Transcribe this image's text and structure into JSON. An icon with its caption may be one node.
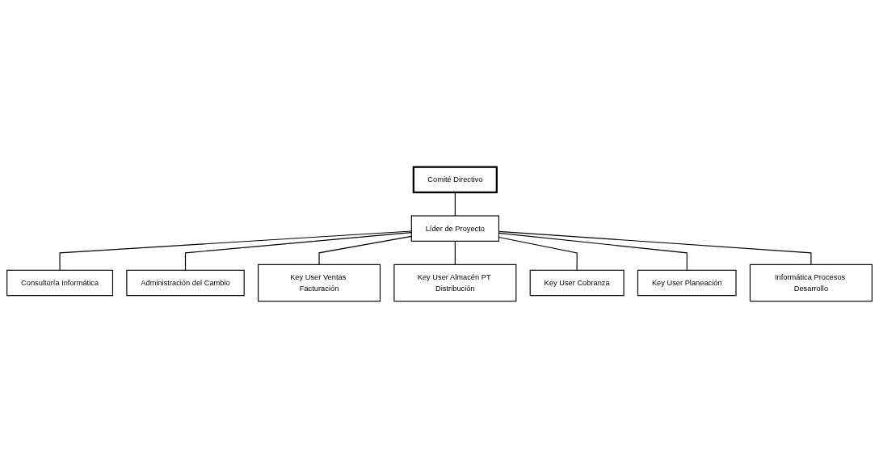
{
  "diagram": {
    "nodes": [
      {
        "text": [
          "Comité Directivo"
        ]
      },
      {
        "text": [
          "Líder de Proyecto"
        ]
      },
      {
        "text": [
          "Consultoría Informática"
        ]
      },
      {
        "text": [
          "Administración del Cambio"
        ]
      },
      {
        "text": [
          "Key User Ventas Facturación"
        ]
      },
      {
        "text": [
          "Key User Almacén PT Distribución"
        ]
      },
      {
        "text": [
          "Key User Cobranza"
        ]
      },
      {
        "text": [
          "Key User Planeación"
        ]
      },
      {
        "text": [
          "Informática Procesos Desarrollo"
        ]
      }
    ],
    "edges": [
      {
        "from": 0,
        "to": 1,
        "arrow": "none"
      },
      {
        "from": 1,
        "to": 2,
        "arrow": "none"
      },
      {
        "from": 1,
        "to": 3,
        "arrow": "none"
      },
      {
        "from": 1,
        "to": 4,
        "arrow": "none"
      },
      {
        "from": 1,
        "to": 5,
        "arrow": "none"
      },
      {
        "from": 1,
        "to": 6,
        "arrow": "none"
      },
      {
        "from": 1,
        "to": 7,
        "arrow": "none"
      },
      {
        "from": 1,
        "to": 8,
        "arrow": "none"
      }
    ]
  }
}
